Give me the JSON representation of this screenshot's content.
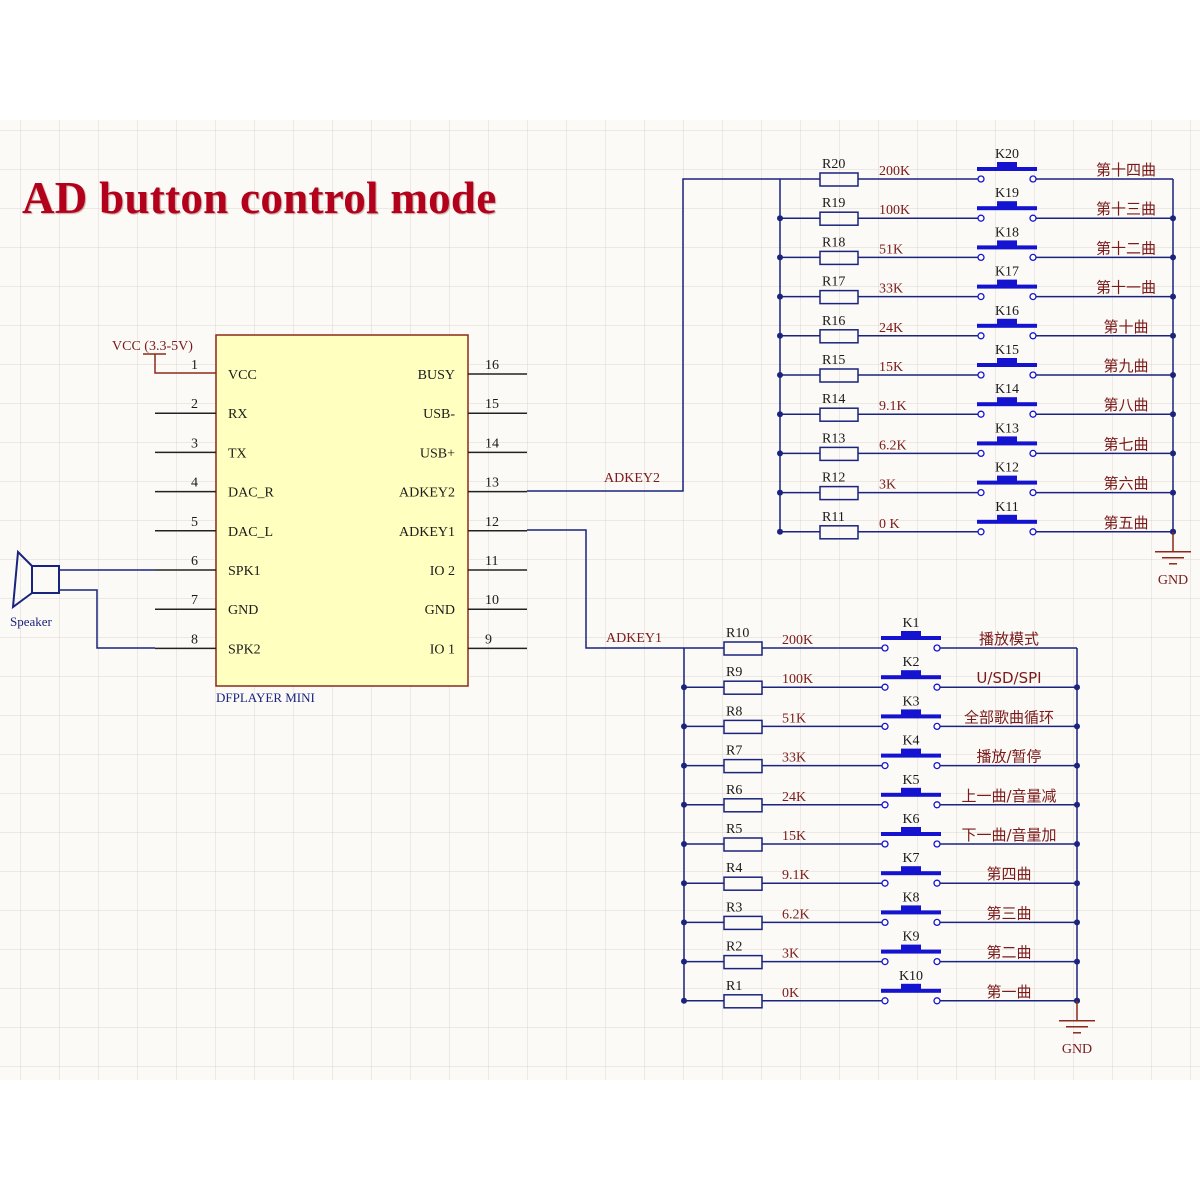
{
  "title": "AD button control mode",
  "colors": {
    "title": "#b3001b",
    "wire": "#1a237e",
    "switch": "#1414d0",
    "chip_fill": "#ffffc0",
    "chip_border": "#8b2a1a",
    "net_label": "#7a1a1a"
  },
  "chip": {
    "name": "DFPLAYER MINI",
    "left_pins": [
      {
        "num": "1",
        "name": "VCC"
      },
      {
        "num": "2",
        "name": "RX"
      },
      {
        "num": "3",
        "name": "TX"
      },
      {
        "num": "4",
        "name": "DAC_R"
      },
      {
        "num": "5",
        "name": "DAC_L"
      },
      {
        "num": "6",
        "name": "SPK1"
      },
      {
        "num": "7",
        "name": "GND"
      },
      {
        "num": "8",
        "name": "SPK2"
      }
    ],
    "right_pins": [
      {
        "num": "16",
        "name": "BUSY"
      },
      {
        "num": "15",
        "name": "USB-"
      },
      {
        "num": "14",
        "name": "USB+"
      },
      {
        "num": "13",
        "name": "ADKEY2"
      },
      {
        "num": "12",
        "name": "ADKEY1"
      },
      {
        "num": "11",
        "name": "IO 2"
      },
      {
        "num": "10",
        "name": "GND"
      },
      {
        "num": "9",
        "name": "IO 1"
      }
    ]
  },
  "power": {
    "vcc_label": "VCC (3.3-5V)"
  },
  "speaker": {
    "label": "Speaker"
  },
  "nets": {
    "adkey2": "ADKEY2",
    "adkey1": "ADKEY1",
    "gnd": "GND"
  },
  "adkey2_rows": [
    {
      "res": "R20",
      "value": "200K",
      "key": "K20",
      "func": "第十四曲"
    },
    {
      "res": "R19",
      "value": "100K",
      "key": "K19",
      "func": "第十三曲"
    },
    {
      "res": "R18",
      "value": "51K",
      "key": "K18",
      "func": "第十二曲"
    },
    {
      "res": "R17",
      "value": "33K",
      "key": "K17",
      "func": "第十一曲"
    },
    {
      "res": "R16",
      "value": "24K",
      "key": "K16",
      "func": "第十曲"
    },
    {
      "res": "R15",
      "value": "15K",
      "key": "K15",
      "func": "第九曲"
    },
    {
      "res": "R14",
      "value": "9.1K",
      "key": "K14",
      "func": "第八曲"
    },
    {
      "res": "R13",
      "value": "6.2K",
      "key": "K13",
      "func": "第七曲"
    },
    {
      "res": "R12",
      "value": "3K",
      "key": "K12",
      "func": "第六曲"
    },
    {
      "res": "R11",
      "value": "0 K",
      "key": "K11",
      "func": "第五曲"
    }
  ],
  "adkey1_rows": [
    {
      "res": "R10",
      "value": "200K",
      "key": "K1",
      "func": "播放模式"
    },
    {
      "res": "R9",
      "value": "100K",
      "key": "K2",
      "func": "U/SD/SPI"
    },
    {
      "res": "R8",
      "value": "51K",
      "key": "K3",
      "func": "全部歌曲循环"
    },
    {
      "res": "R7",
      "value": "33K",
      "key": "K4",
      "func": "播放/暂停"
    },
    {
      "res": "R6",
      "value": "24K",
      "key": "K5",
      "func": "上一曲/音量减"
    },
    {
      "res": "R5",
      "value": "15K",
      "key": "K6",
      "func": "下一曲/音量加"
    },
    {
      "res": "R4",
      "value": "9.1K",
      "key": "K7",
      "func": "第四曲"
    },
    {
      "res": "R3",
      "value": "6.2K",
      "key": "K8",
      "func": "第三曲"
    },
    {
      "res": "R2",
      "value": "3K",
      "key": "K9",
      "func": "第二曲"
    },
    {
      "res": "R1",
      "value": "0K",
      "key": "K10",
      "func": "第一曲"
    }
  ]
}
